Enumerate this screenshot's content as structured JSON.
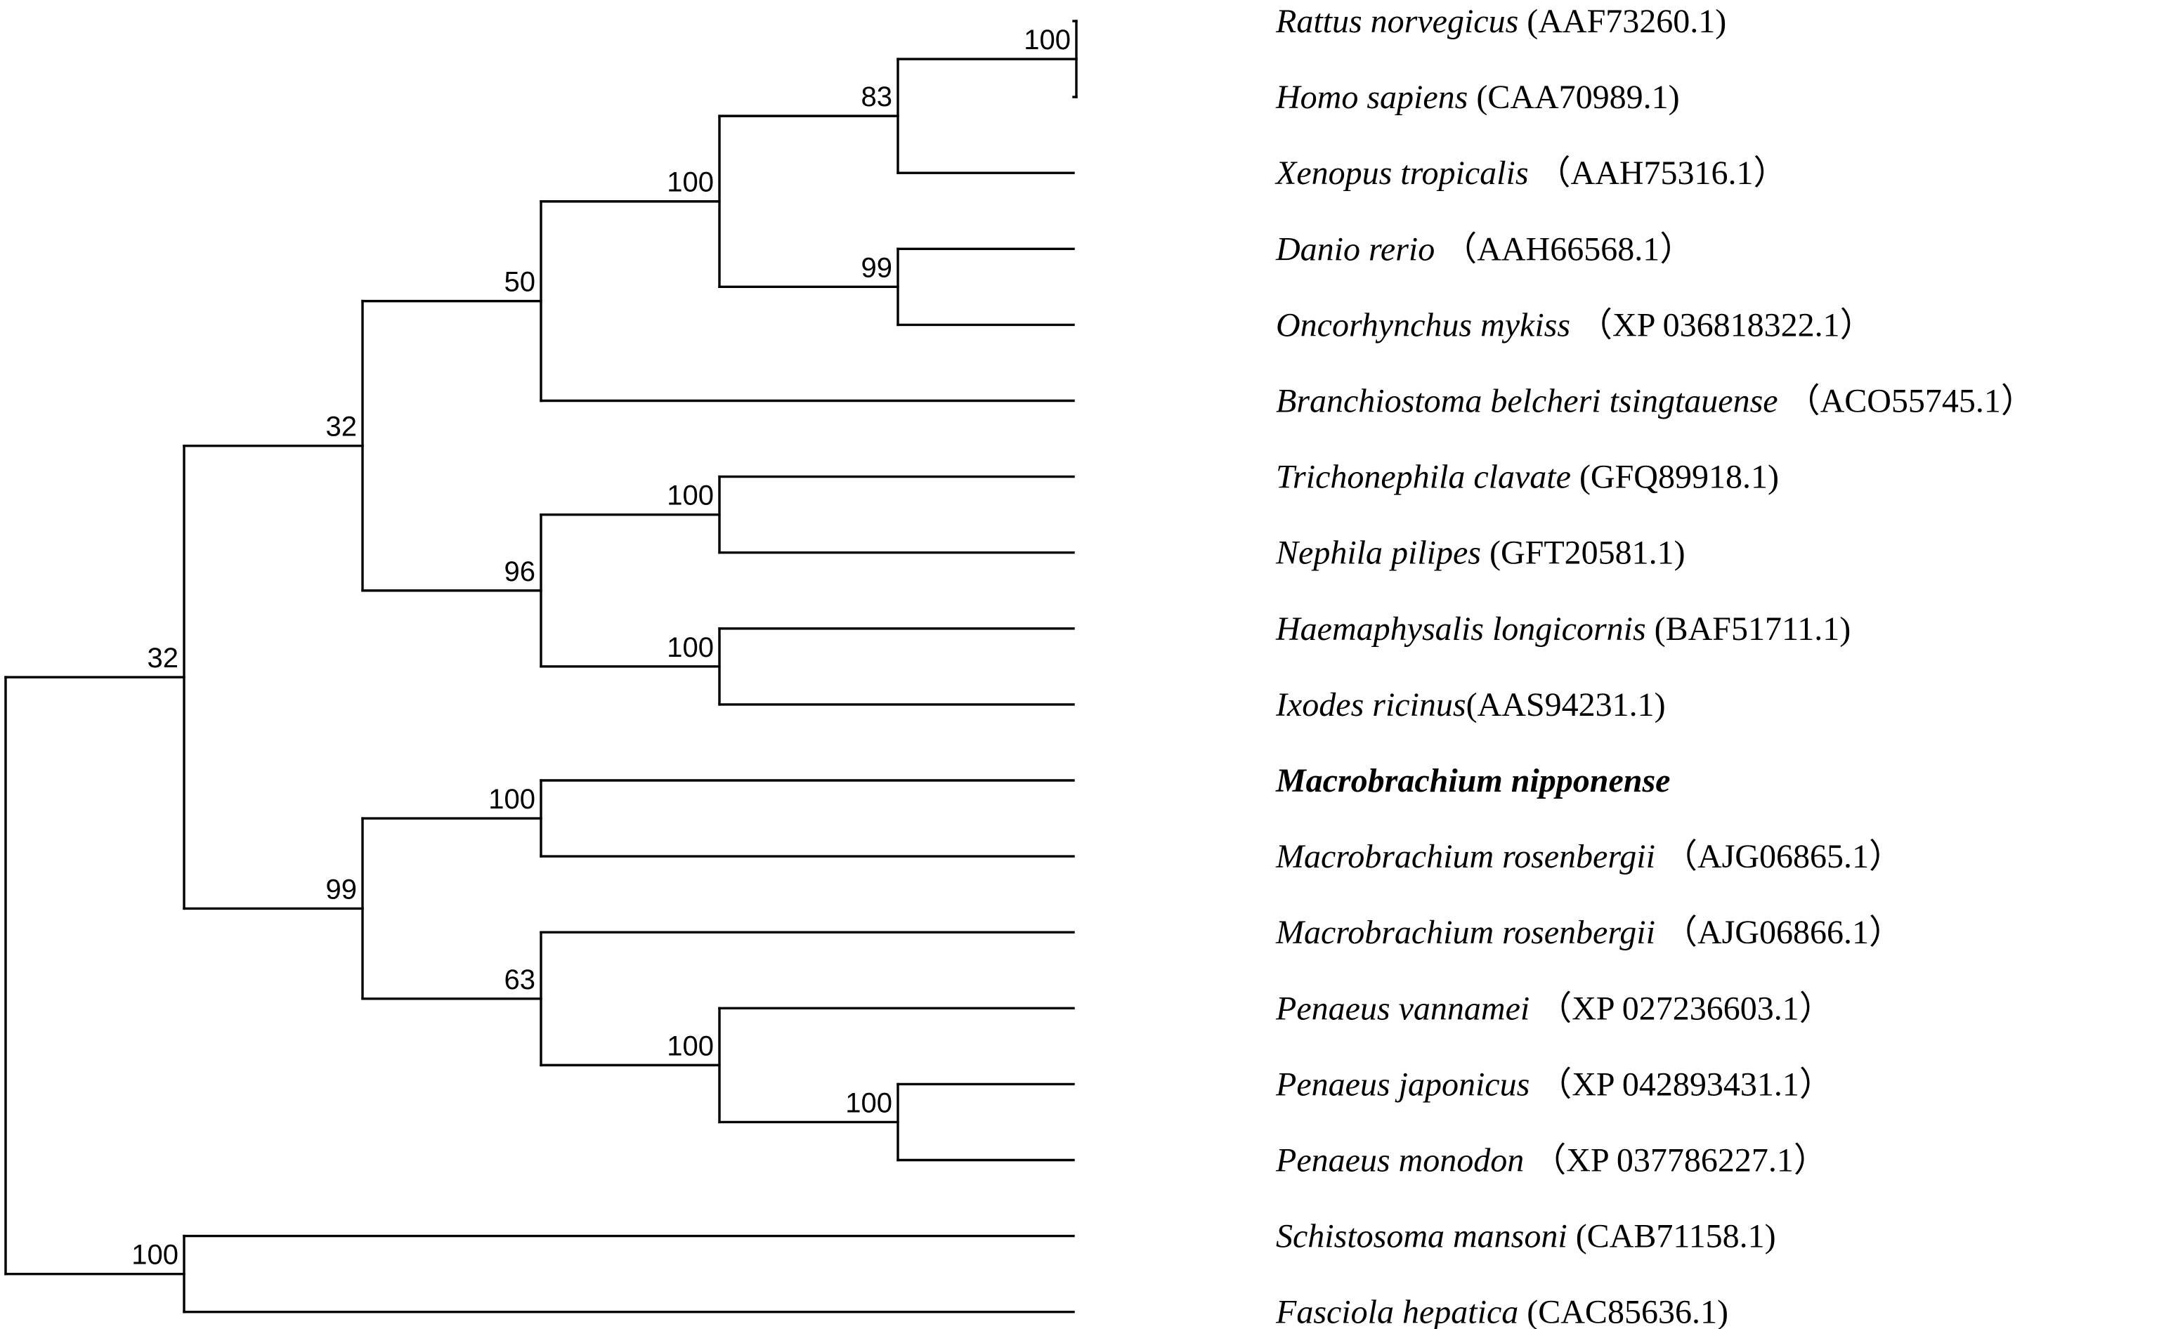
{
  "tree": {
    "leaves": [
      {
        "species": "Rattus norvegicus",
        "accession": " (AAF73260.1)"
      },
      {
        "species": "Homo sapiens",
        "accession": " (CAA70989.1)"
      },
      {
        "species": "Xenopus tropicalis",
        "accession": " （AAH75316.1）"
      },
      {
        "species": "Danio rerio",
        "accession": " （AAH66568.1）"
      },
      {
        "species": "Oncorhynchus mykiss",
        "accession": " （XP 036818322.1）"
      },
      {
        "species": "Branchiostoma belcheri tsingtauense",
        "accession": " （ACO55745.1）"
      },
      {
        "species": "Trichonephila clavate",
        "accession": " (GFQ89918.1)"
      },
      {
        "species": "Nephila pilipes",
        "accession": " (GFT20581.1)"
      },
      {
        "species": "Haemaphysalis longicornis",
        "accession": " (BAF51711.1)"
      },
      {
        "species": "Ixodes ricinus",
        "accession": "(AAS94231.1)"
      },
      {
        "species": "Macrobrachium nipponense",
        "accession": "",
        "bold": true
      },
      {
        "species": "Macrobrachium rosenbergii",
        "accession": " （AJG06865.1）"
      },
      {
        "species": "Macrobrachium rosenbergii",
        "accession": " （AJG06866.1）"
      },
      {
        "species": "Penaeus vannamei",
        "accession": " （XP 027236603.1）"
      },
      {
        "species": "Penaeus japonicus",
        "accession": " （XP 042893431.1）"
      },
      {
        "species": "Penaeus monodon",
        "accession": " （XP 037786227.1）"
      },
      {
        "species": "Schistosoma mansoni",
        "accession": " (CAB71158.1)"
      },
      {
        "species": "Fasciola hepatica",
        "accession": " (CAC85636.1)"
      }
    ],
    "topology": {
      "children": [
        {
          "support": "32",
          "children": [
            {
              "support": "32",
              "children": [
                {
                  "support": "50",
                  "children": [
                    {
                      "support": "100",
                      "children": [
                        {
                          "support": "83",
                          "children": [
                            {
                              "support": "100",
                              "children": [
                                {
                                  "leaf": 0
                                },
                                {
                                  "leaf": 1
                                }
                              ]
                            },
                            {
                              "leaf": 2
                            }
                          ]
                        },
                        {
                          "support": "99",
                          "children": [
                            {
                              "leaf": 3
                            },
                            {
                              "leaf": 4
                            }
                          ]
                        }
                      ]
                    },
                    {
                      "leaf": 5
                    }
                  ]
                },
                {
                  "support": "96",
                  "children": [
                    {
                      "support": "100",
                      "children": [
                        {
                          "leaf": 6
                        },
                        {
                          "leaf": 7
                        }
                      ]
                    },
                    {
                      "support": "100",
                      "children": [
                        {
                          "leaf": 8
                        },
                        {
                          "leaf": 9
                        }
                      ]
                    }
                  ]
                }
              ]
            },
            {
              "support": "99",
              "children": [
                {
                  "support": "100",
                  "children": [
                    {
                      "leaf": 10
                    },
                    {
                      "leaf": 11
                    }
                  ]
                },
                {
                  "support": "63",
                  "children": [
                    {
                      "leaf": 12
                    },
                    {
                      "support": "100",
                      "children": [
                        {
                          "leaf": 13
                        },
                        {
                          "support": "100",
                          "children": [
                            {
                              "leaf": 14
                            },
                            {
                              "leaf": 15
                            }
                          ]
                        }
                      ]
                    }
                  ]
                }
              ]
            }
          ]
        },
        {
          "support": "100",
          "children": [
            {
              "leaf": 16
            },
            {
              "leaf": 17
            }
          ]
        }
      ]
    }
  }
}
